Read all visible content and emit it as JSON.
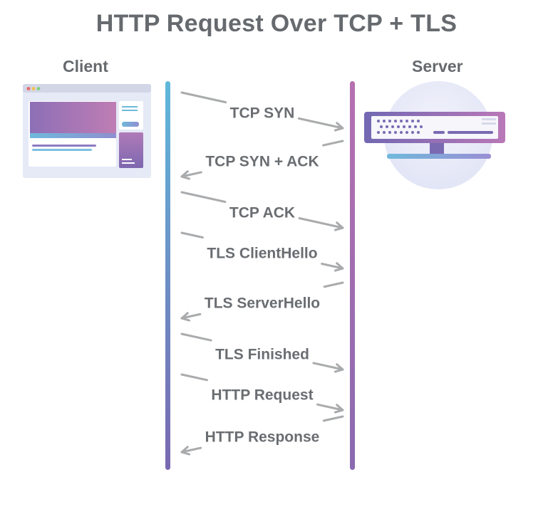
{
  "title": "HTTP Request Over TCP + TLS",
  "client_label": "Client",
  "server_label": "Server",
  "messages": [
    {
      "label": "TCP SYN",
      "direction": "to-server"
    },
    {
      "label": "TCP SYN + ACK",
      "direction": "to-client"
    },
    {
      "label": "TCP ACK",
      "direction": "to-server"
    },
    {
      "label": "TLS ClientHello",
      "direction": "to-server"
    },
    {
      "label": "TLS ServerHello",
      "direction": "to-client"
    },
    {
      "label": "TLS Finished",
      "direction": "to-server"
    },
    {
      "label": "HTTP Request",
      "direction": "to-server"
    },
    {
      "label": "HTTP Response",
      "direction": "to-client"
    }
  ],
  "colors": {
    "text": "#666a6e",
    "arrow": "#a9abad",
    "client_line_top": "#5fb8da",
    "client_line_bottom": "#7a68b0",
    "server_line_top": "#b66fb0",
    "server_line_bottom": "#8a6ab0"
  },
  "icons": {
    "client": "browser-window-icon",
    "server": "server-rack-icon"
  }
}
